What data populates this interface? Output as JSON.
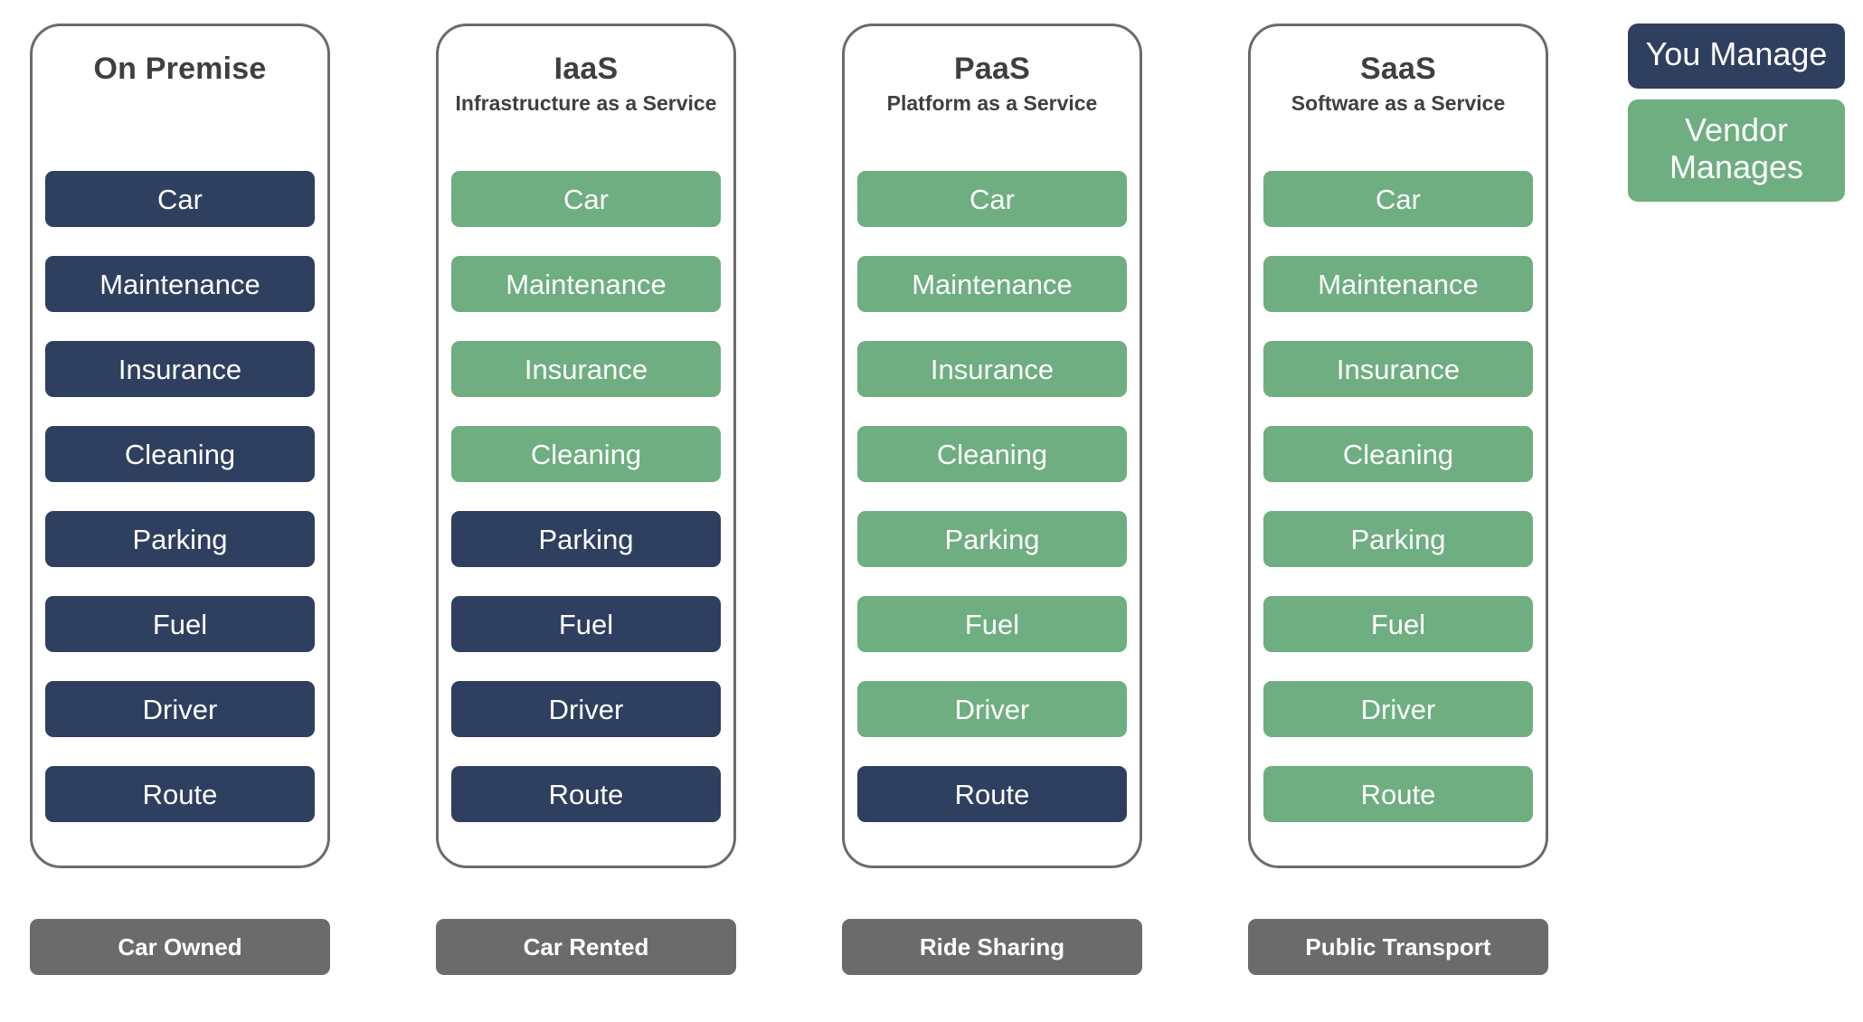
{
  "diagram": {
    "rows": [
      "Car",
      "Maintenance",
      "Insurance",
      "Cleaning",
      "Parking",
      "Fuel",
      "Driver",
      "Route"
    ],
    "columns": [
      {
        "title": "On Premise",
        "subtitle": "",
        "footer_label": "Car Owned",
        "cells": [
          {
            "label": "Car",
            "owner": "you"
          },
          {
            "label": "Maintenance",
            "owner": "you"
          },
          {
            "label": "Insurance",
            "owner": "you"
          },
          {
            "label": "Cleaning",
            "owner": "you"
          },
          {
            "label": "Parking",
            "owner": "you"
          },
          {
            "label": "Fuel",
            "owner": "you"
          },
          {
            "label": "Driver",
            "owner": "you"
          },
          {
            "label": "Route",
            "owner": "you"
          }
        ]
      },
      {
        "title": "IaaS",
        "subtitle": "Infrastructure as a Service",
        "footer_label": "Car Rented",
        "cells": [
          {
            "label": "Car",
            "owner": "vendor"
          },
          {
            "label": "Maintenance",
            "owner": "vendor"
          },
          {
            "label": "Insurance",
            "owner": "vendor"
          },
          {
            "label": "Cleaning",
            "owner": "vendor"
          },
          {
            "label": "Parking",
            "owner": "you"
          },
          {
            "label": "Fuel",
            "owner": "you"
          },
          {
            "label": "Driver",
            "owner": "you"
          },
          {
            "label": "Route",
            "owner": "you"
          }
        ]
      },
      {
        "title": "PaaS",
        "subtitle": "Platform as a Service",
        "footer_label": "Ride Sharing",
        "cells": [
          {
            "label": "Car",
            "owner": "vendor"
          },
          {
            "label": "Maintenance",
            "owner": "vendor"
          },
          {
            "label": "Insurance",
            "owner": "vendor"
          },
          {
            "label": "Cleaning",
            "owner": "vendor"
          },
          {
            "label": "Parking",
            "owner": "vendor"
          },
          {
            "label": "Fuel",
            "owner": "vendor"
          },
          {
            "label": "Driver",
            "owner": "vendor"
          },
          {
            "label": "Route",
            "owner": "you"
          }
        ]
      },
      {
        "title": "SaaS",
        "subtitle": "Software as a Service",
        "footer_label": "Public Transport",
        "cells": [
          {
            "label": "Car",
            "owner": "vendor"
          },
          {
            "label": "Maintenance",
            "owner": "vendor"
          },
          {
            "label": "Insurance",
            "owner": "vendor"
          },
          {
            "label": "Cleaning",
            "owner": "vendor"
          },
          {
            "label": "Parking",
            "owner": "vendor"
          },
          {
            "label": "Fuel",
            "owner": "vendor"
          },
          {
            "label": "Driver",
            "owner": "vendor"
          },
          {
            "label": "Route",
            "owner": "vendor"
          }
        ]
      }
    ]
  },
  "legend": {
    "items": [
      {
        "label": "You Manage",
        "owner": "you"
      },
      {
        "label": "Vendor Manages",
        "owner": "vendor"
      }
    ]
  },
  "colors": {
    "you_manage": "#2e3f60",
    "vendor_manages": "#6eae80",
    "footer_gray": "#6b6b6b",
    "card_border": "#6b6b6b",
    "title_text": "#3f3f3f",
    "pill_text": "#ffffff",
    "background": "#ffffff"
  }
}
